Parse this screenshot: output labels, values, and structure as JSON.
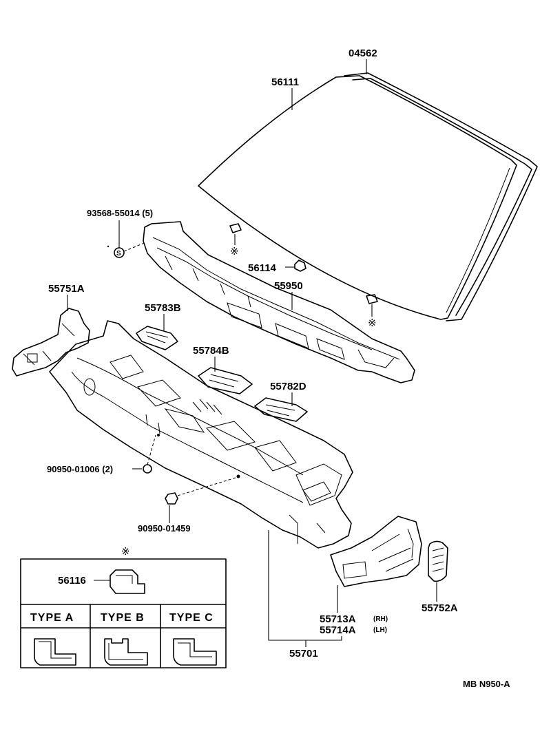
{
  "labels": {
    "glass_frame": "04562",
    "windshield": "56111",
    "clip_bolt": "93568-55014 (5)",
    "clip_bolt_symbol": "S",
    "clip_56114": "56114",
    "cowl_panel": "55950",
    "bracket_left": "55751A",
    "pad_55783b": "55783B",
    "pad_55784b": "55784B",
    "pad_55782d": "55782D",
    "plug_a": "90950-01006 (2)",
    "plug_b": "90950-01459",
    "dash_panel": "55701",
    "bracket_right_rh": "55713A",
    "bracket_right_rh_note": "(RH)",
    "bracket_right_lh": "55714A",
    "bracket_right_lh_note": "(LH)",
    "insulator_right": "55752A",
    "spacer": "56116",
    "reference_mark": "※",
    "diagram_code": "MB  N950-A"
  },
  "legend": {
    "types": [
      "TYPE  A",
      "TYPE  B",
      "TYPE  C"
    ]
  }
}
